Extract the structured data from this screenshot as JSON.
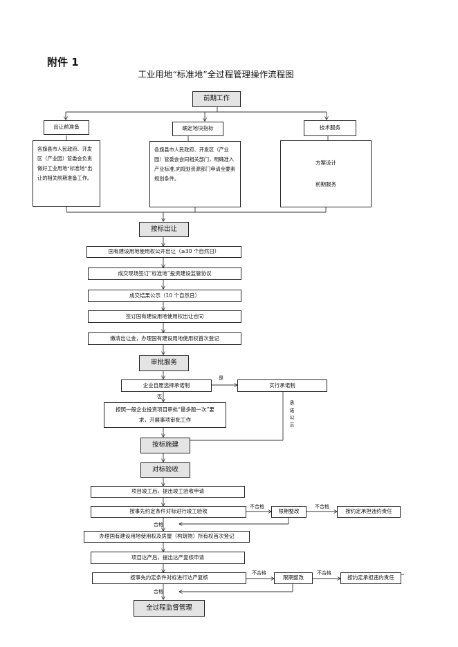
{
  "header": {
    "attachment": "附件 1",
    "title": "工业用地“标准地”全过程管理操作流程图"
  },
  "stage1": {
    "title": "前期工作",
    "branches": [
      {
        "label": "出让前准备",
        "detail": "各旗县市人民政府、开发区（产业园）管委会负责做好工业用地“标准地”出让的相关前期准备工作。"
      },
      {
        "label": "确定地块指标",
        "detail": "各旗县市人民政府、开发区（产业园）管委会会同相关部门，明确准入产业标准,向规划资源部门申请全要素规划条件。"
      },
      {
        "label": "技术服务",
        "items": [
          "方案设计",
          "前期服务"
        ]
      }
    ]
  },
  "stage2": {
    "title": "按标出让",
    "steps": [
      "国有建设用地使用权公开出让（≥30 个自然日）",
      "成交现场签订“标准地”投资建设监管协议",
      "成交结果公示（10 个自然日）",
      "签订国有建设用地使用权出让合同",
      "缴清出让金，办理国有建设用地使用权首次登记"
    ]
  },
  "stage3": {
    "title": "审批服务",
    "choice": "企业自愿选择承诺制",
    "yes_label": "是",
    "no_label": "否",
    "yes_box": "实行承诺制",
    "no_box": "按照一般企业投资项目审批“最多跑一次”要求，开展事项审批工作",
    "side_label": "承诺公示"
  },
  "stage4": {
    "title": "按标施建"
  },
  "stage5": {
    "title": "对标验收",
    "steps": [
      "项目竣工后，提出竣工验收申请",
      "按事先约定条件对标进行竣工验收",
      "办理国有建设用地使用权及房屋（构筑物）所有权首次登记",
      "项目达产后，提出达产复核申请",
      "按事先约定条件对标进行达产复核"
    ],
    "fail_label": "不合格",
    "pass_label": "合格",
    "rectify": "限期整改",
    "liability": "按约定承担违约责任"
  },
  "stage6": {
    "title": "全过程监督管理"
  }
}
